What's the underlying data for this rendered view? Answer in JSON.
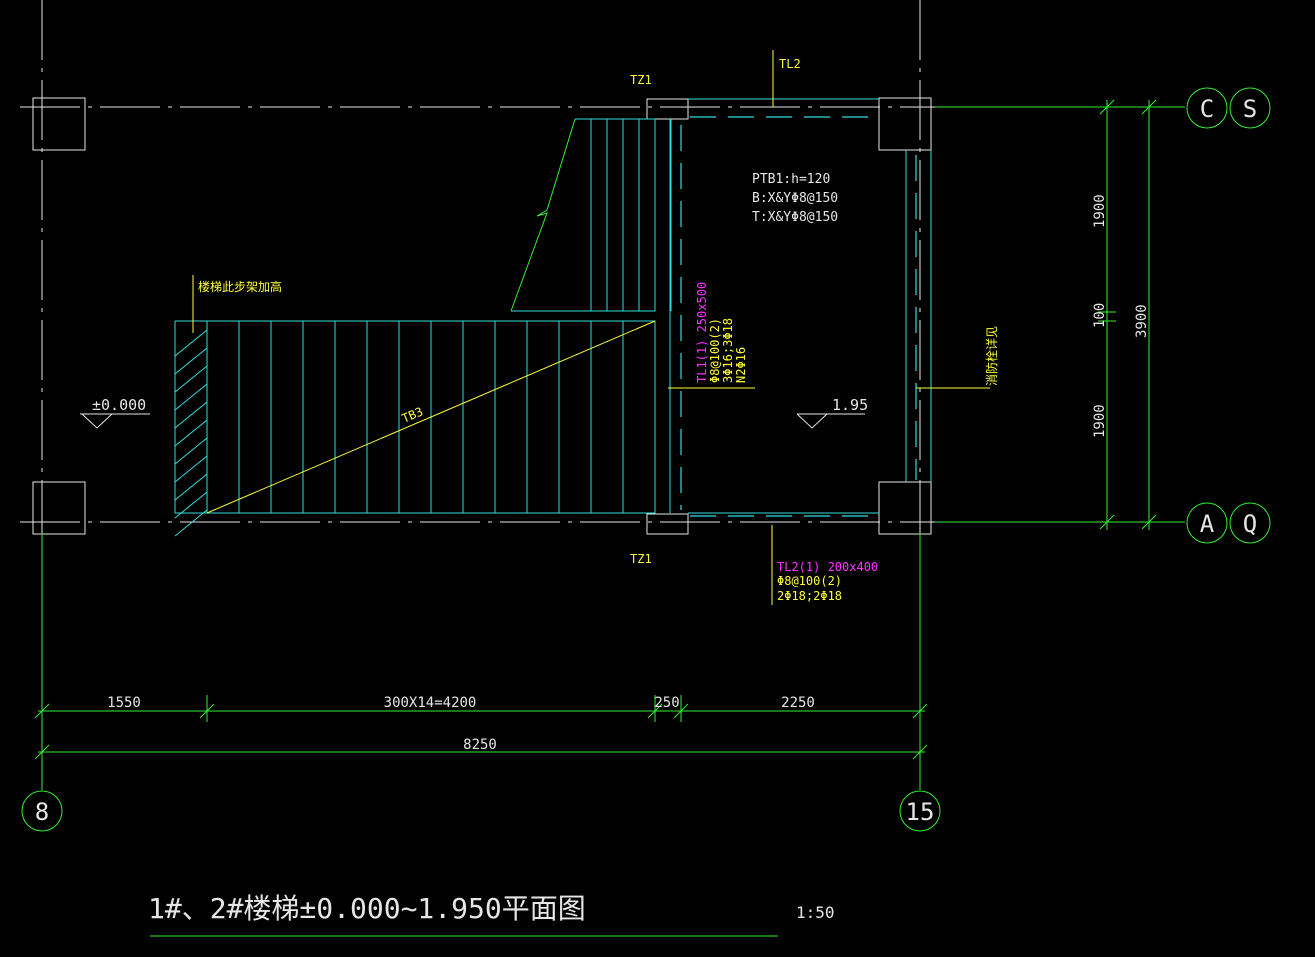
{
  "title": "1#、2#楼梯±0.000~1.950平面图",
  "scale": "1:50",
  "axes": {
    "top_right": [
      "C",
      "S"
    ],
    "bottom_right": [
      "A",
      "Q"
    ],
    "bottom_left": "8",
    "bottom_right_v": "15"
  },
  "labels": {
    "tz1_top": "TZ1",
    "tz1_bottom": "TZ1",
    "tl2_top": "TL2",
    "ptb1_lines": [
      "PTB1:h=120",
      "B:X&YΦ8@150",
      "T:X&YΦ8@150"
    ],
    "stair_note": "楼梯此步架加高",
    "tb3": "TB3",
    "tl1_lines": [
      "TL1(1) 250x500",
      "Φ8@100(2)",
      "3Φ16;3Φ18",
      "N2Φ16"
    ],
    "tl2_lines": [
      "TL2(1) 200x400",
      "Φ8@100(2)",
      "2Φ18;2Φ18"
    ],
    "right_note": "消防栓详见"
  },
  "elevations": {
    "left": "±0.000",
    "right": "1.95"
  },
  "dims": {
    "bottom_row1": [
      "1550",
      "300X14=4200",
      "250",
      "2250"
    ],
    "bottom_total": "8250",
    "right_parts": [
      "1900",
      "100",
      "1900"
    ],
    "right_total": "3900"
  }
}
